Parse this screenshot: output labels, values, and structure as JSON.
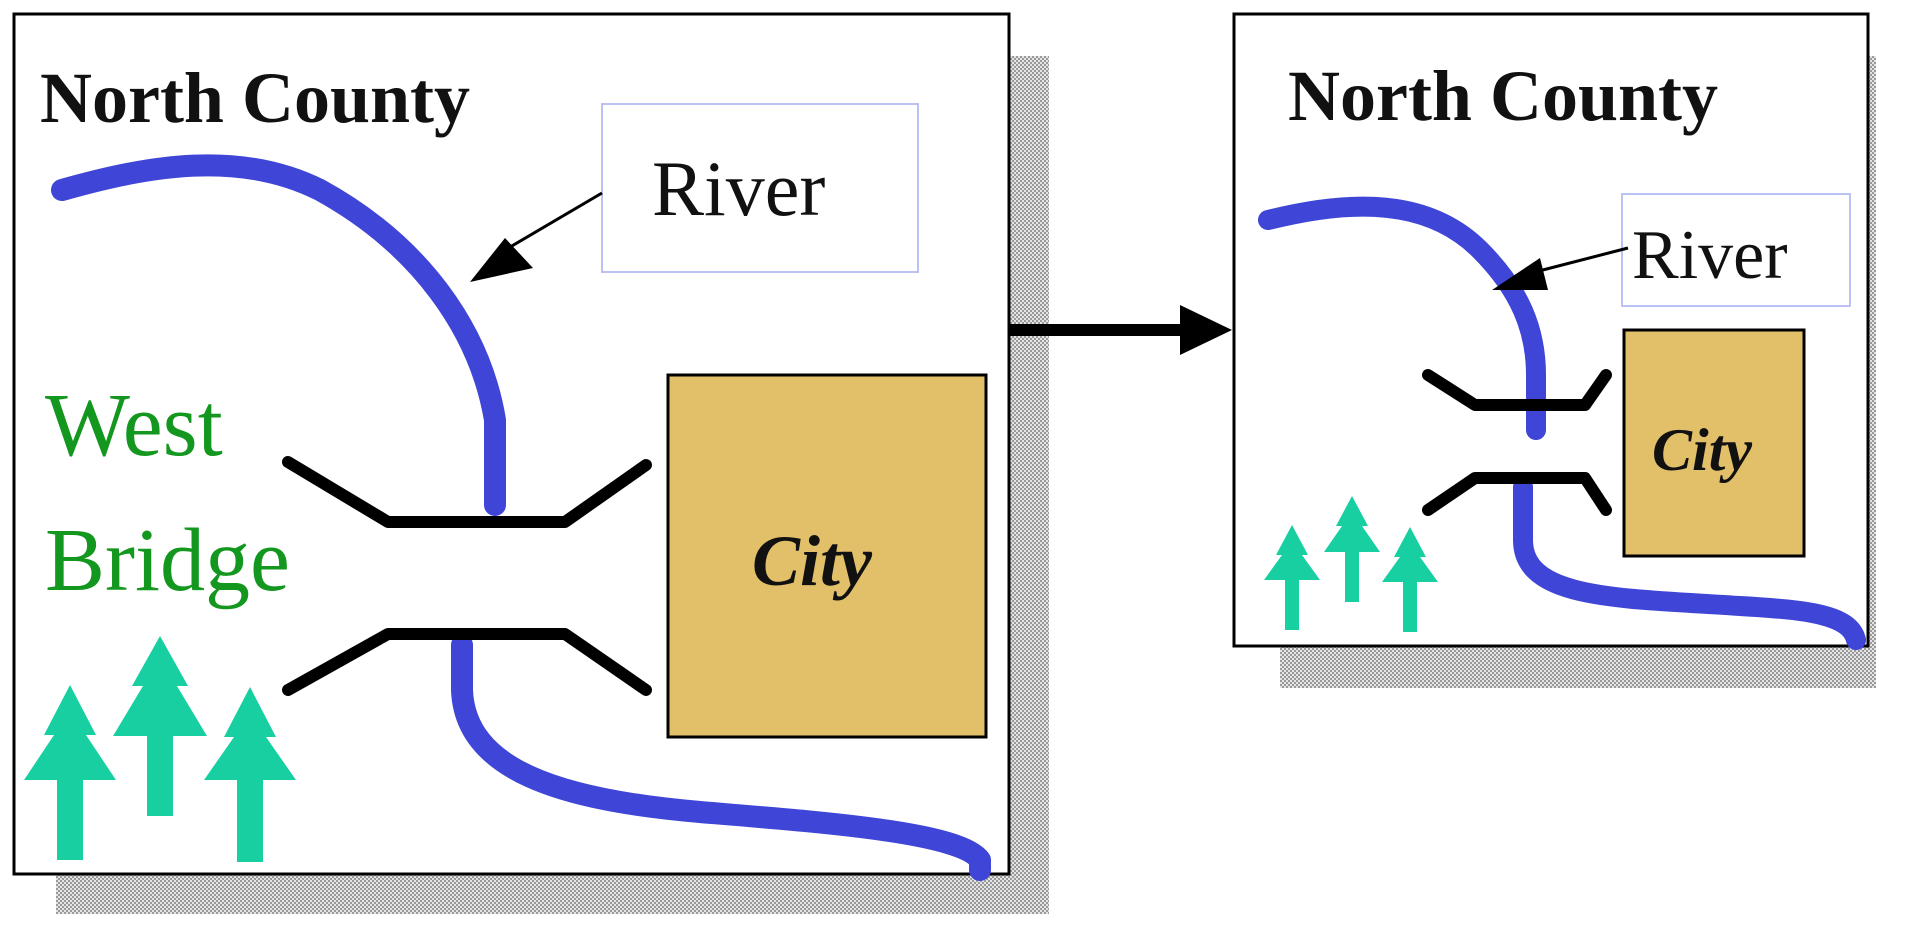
{
  "colors": {
    "river": "#3f45d6",
    "city_fill": "#e2c06a",
    "tree": "#17cfa0",
    "place_label": "#14971f",
    "shadow": "#bdbdbd",
    "callout_border": "#b9c2f2"
  },
  "icons": {
    "tree": "tree-icon",
    "arrow": "arrow-right-icon"
  },
  "left_map": {
    "title": "North County",
    "river_label": "River",
    "city_label": "City",
    "place_label_line1": "West",
    "place_label_line2": "Bridge"
  },
  "right_map": {
    "title": "North County",
    "river_label": "River",
    "city_label": "City"
  }
}
